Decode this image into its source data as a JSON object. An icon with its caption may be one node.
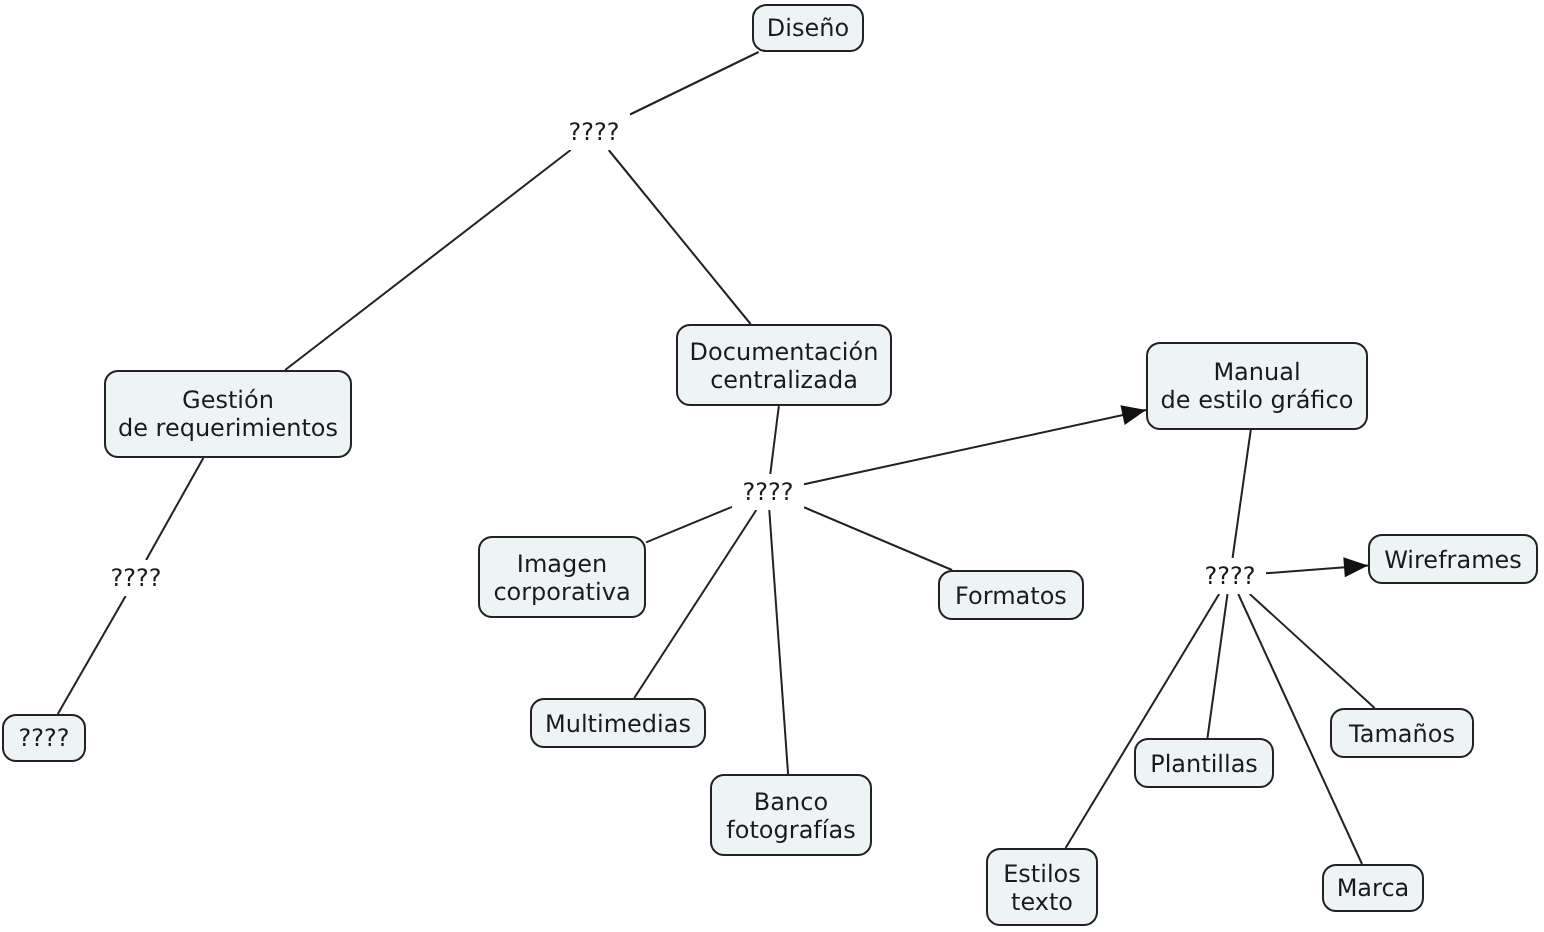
{
  "diagram": {
    "nodes": [
      {
        "text": [
          "Diseño"
        ]
      },
      {
        "text": [
          "????"
        ]
      },
      {
        "text": [
          "Gestión de requerimientos"
        ]
      },
      {
        "text": [
          "Documentación centralizada"
        ]
      },
      {
        "text": [
          "????"
        ]
      },
      {
        "text": [
          "Manual de estilo gráfico"
        ]
      },
      {
        "text": [
          "Imagen corporativa"
        ]
      },
      {
        "text": [
          "????"
        ]
      },
      {
        "text": [
          "Formatos"
        ]
      },
      {
        "text": [
          "????"
        ]
      },
      {
        "text": [
          "Wireframes"
        ]
      },
      {
        "text": [
          "Multimedias"
        ]
      },
      {
        "text": [
          "????"
        ]
      },
      {
        "text": [
          "Tamaños"
        ]
      },
      {
        "text": [
          "Plantillas"
        ]
      },
      {
        "text": [
          "Banco fotografías"
        ]
      },
      {
        "text": [
          "Estilos texto"
        ]
      },
      {
        "text": [
          "Marca"
        ]
      }
    ],
    "edges": [
      {
        "from": 0,
        "to": 1,
        "arrow": "none"
      },
      {
        "from": 1,
        "to": 2,
        "arrow": "none"
      },
      {
        "from": 1,
        "to": 3,
        "arrow": "none"
      },
      {
        "from": 2,
        "to": 7,
        "arrow": "none"
      },
      {
        "from": 7,
        "to": 12,
        "arrow": "none"
      },
      {
        "from": 3,
        "to": 4,
        "arrow": "none"
      },
      {
        "from": 4,
        "to": 5,
        "arrow": "to"
      },
      {
        "from": 4,
        "to": 6,
        "arrow": "none"
      },
      {
        "from": 4,
        "to": 8,
        "arrow": "none"
      },
      {
        "from": 4,
        "to": 11,
        "arrow": "none"
      },
      {
        "from": 4,
        "to": 15,
        "arrow": "none"
      },
      {
        "from": 5,
        "to": 9,
        "arrow": "none"
      },
      {
        "from": 9,
        "to": 10,
        "arrow": "to"
      },
      {
        "from": 9,
        "to": 13,
        "arrow": "none"
      },
      {
        "from": 9,
        "to": 14,
        "arrow": "none"
      },
      {
        "from": 9,
        "to": 16,
        "arrow": "none"
      },
      {
        "from": 9,
        "to": 17,
        "arrow": "none"
      }
    ]
  }
}
